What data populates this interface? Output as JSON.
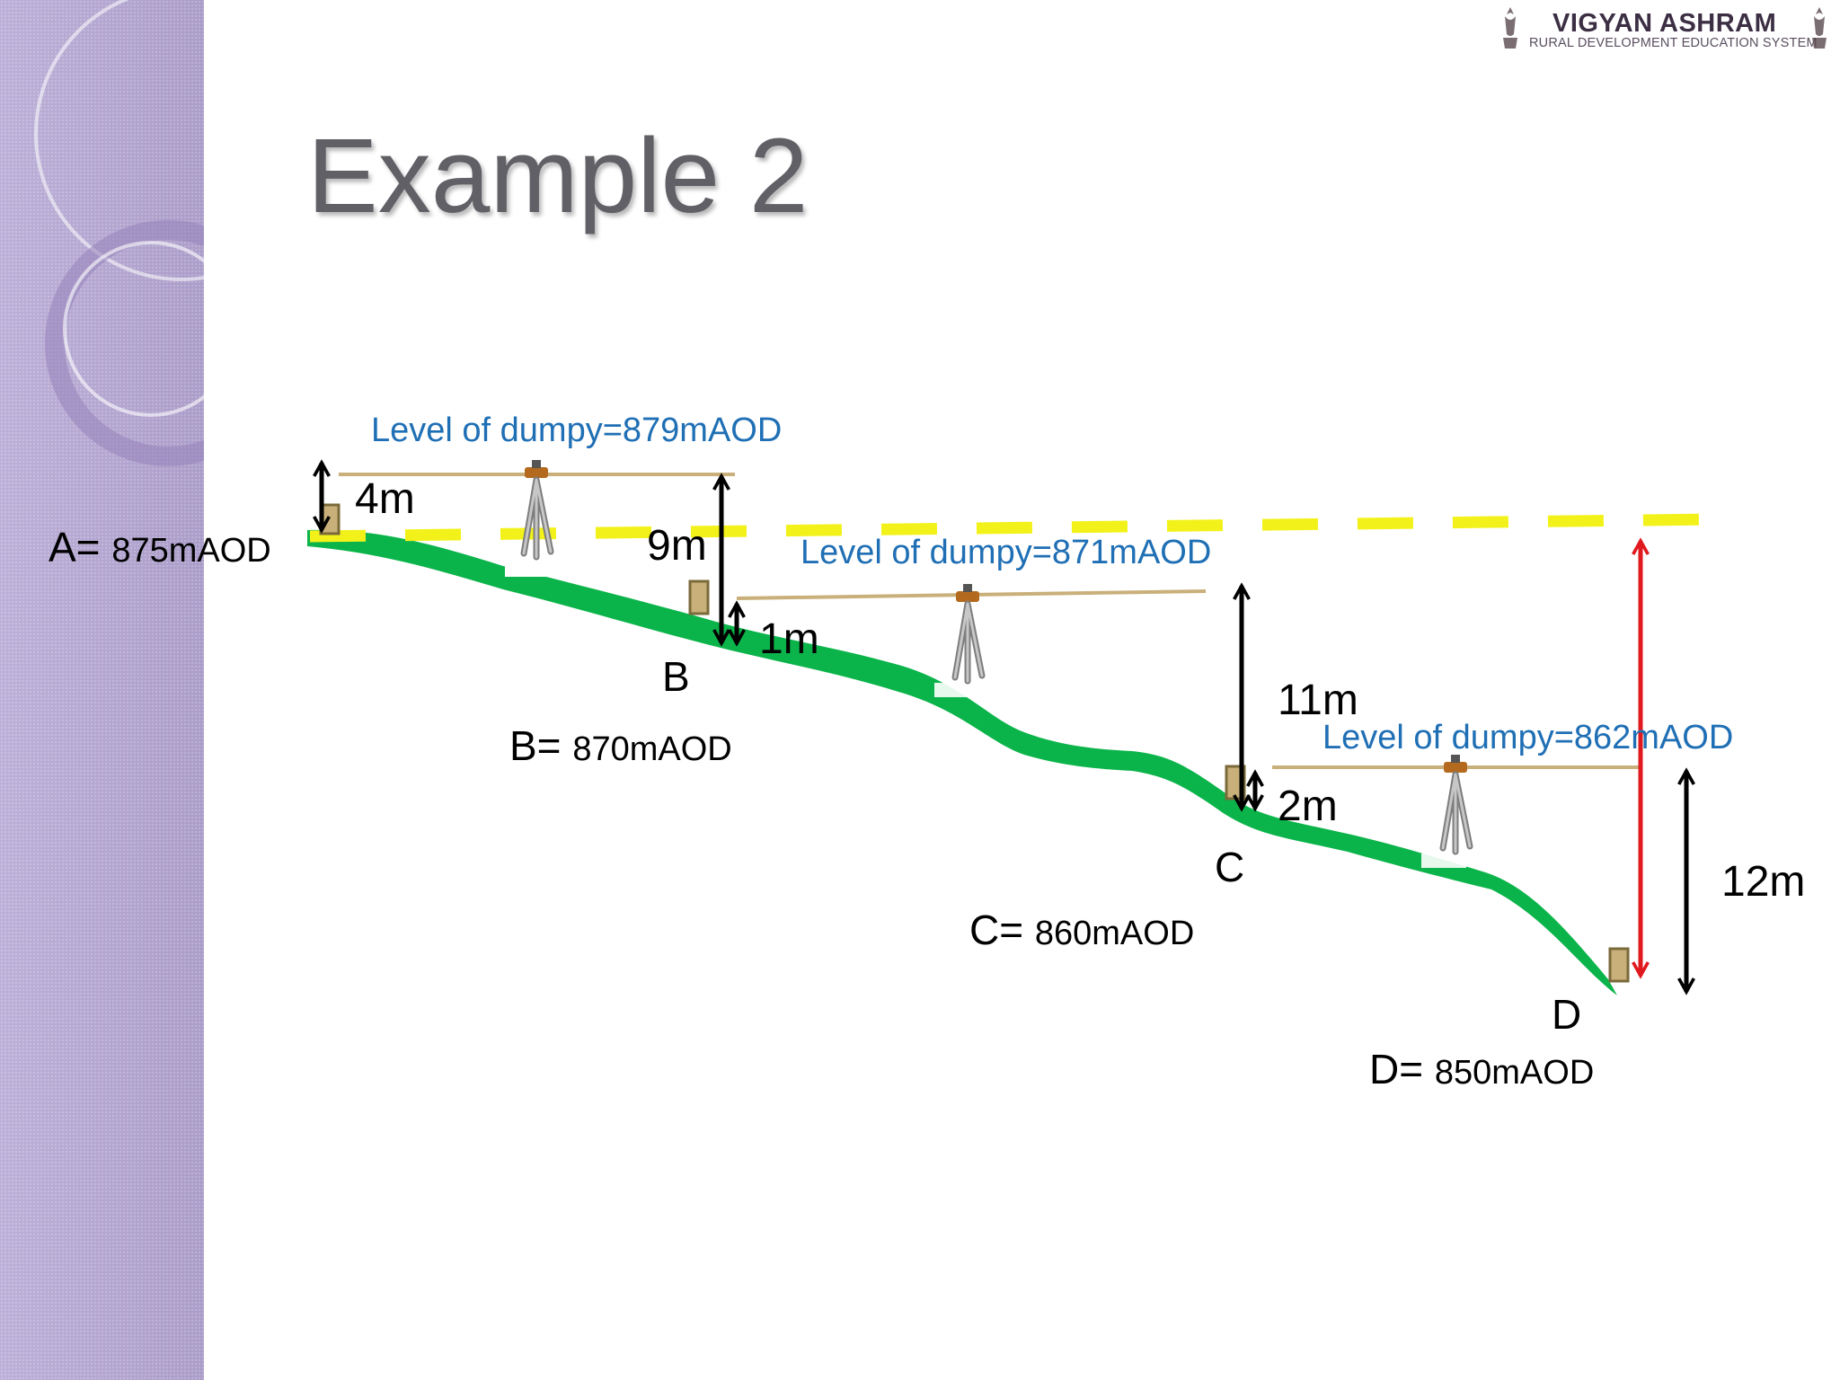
{
  "slide": {
    "title": "Example 2"
  },
  "logo": {
    "name": "VIGYAN ASHRAM",
    "tagline": "RURAL DEVELOPMENT EDUCATION SYSTEM"
  },
  "dumpy_levels": [
    "Level of dumpy=879mAOD",
    "Level of dumpy=871mAOD",
    "Level of dumpy=862mAOD"
  ],
  "staff_readings": [
    "4m",
    "9m",
    "1m",
    "11m",
    "2m",
    "12m"
  ],
  "points": {
    "A": {
      "prefix": "A=",
      "value": "875mAOD"
    },
    "B": {
      "letter": "B",
      "prefix": "B=",
      "value": "870mAOD"
    },
    "C": {
      "letter": "C",
      "prefix": "C=",
      "value": "860mAOD"
    },
    "D": {
      "letter": "D",
      "prefix": "D=",
      "value": "850mAOD"
    }
  },
  "colors": {
    "ground": "#0bb44a",
    "datum_line": "#f2f21a",
    "sight_line": "#c9b07a",
    "dumpy_text": "#1f6fb5",
    "total_drop_arrow": "#e0191e",
    "sidebar": "#b3a6d0"
  }
}
